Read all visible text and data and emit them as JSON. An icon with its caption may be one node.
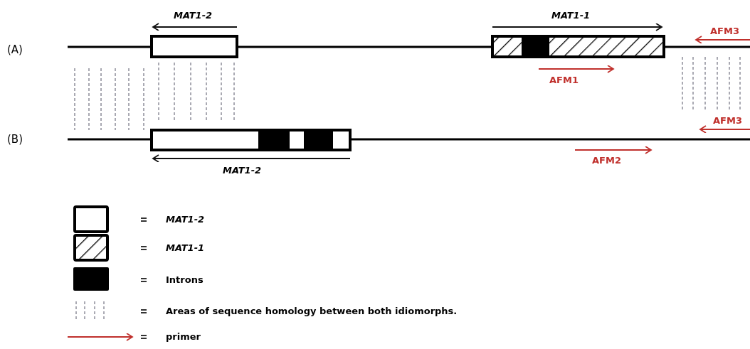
{
  "diagram": {
    "labels": [
      "(A)",
      "MAT1-2",
      "MAT1-1",
      "AFM3",
      "AFM1",
      "AFM3",
      "(B)",
      "MAT1-2",
      "AFM2"
    ],
    "legend": [
      {
        "text": "MAT1-2"
      },
      {
        "text": "MAT1-1"
      },
      {
        "text": "Introns",
        "color": "#000000"
      },
      {
        "text": "Areas of sequence homology between both idiomorphs."
      },
      {
        "text": "primer"
      }
    ]
  }
}
